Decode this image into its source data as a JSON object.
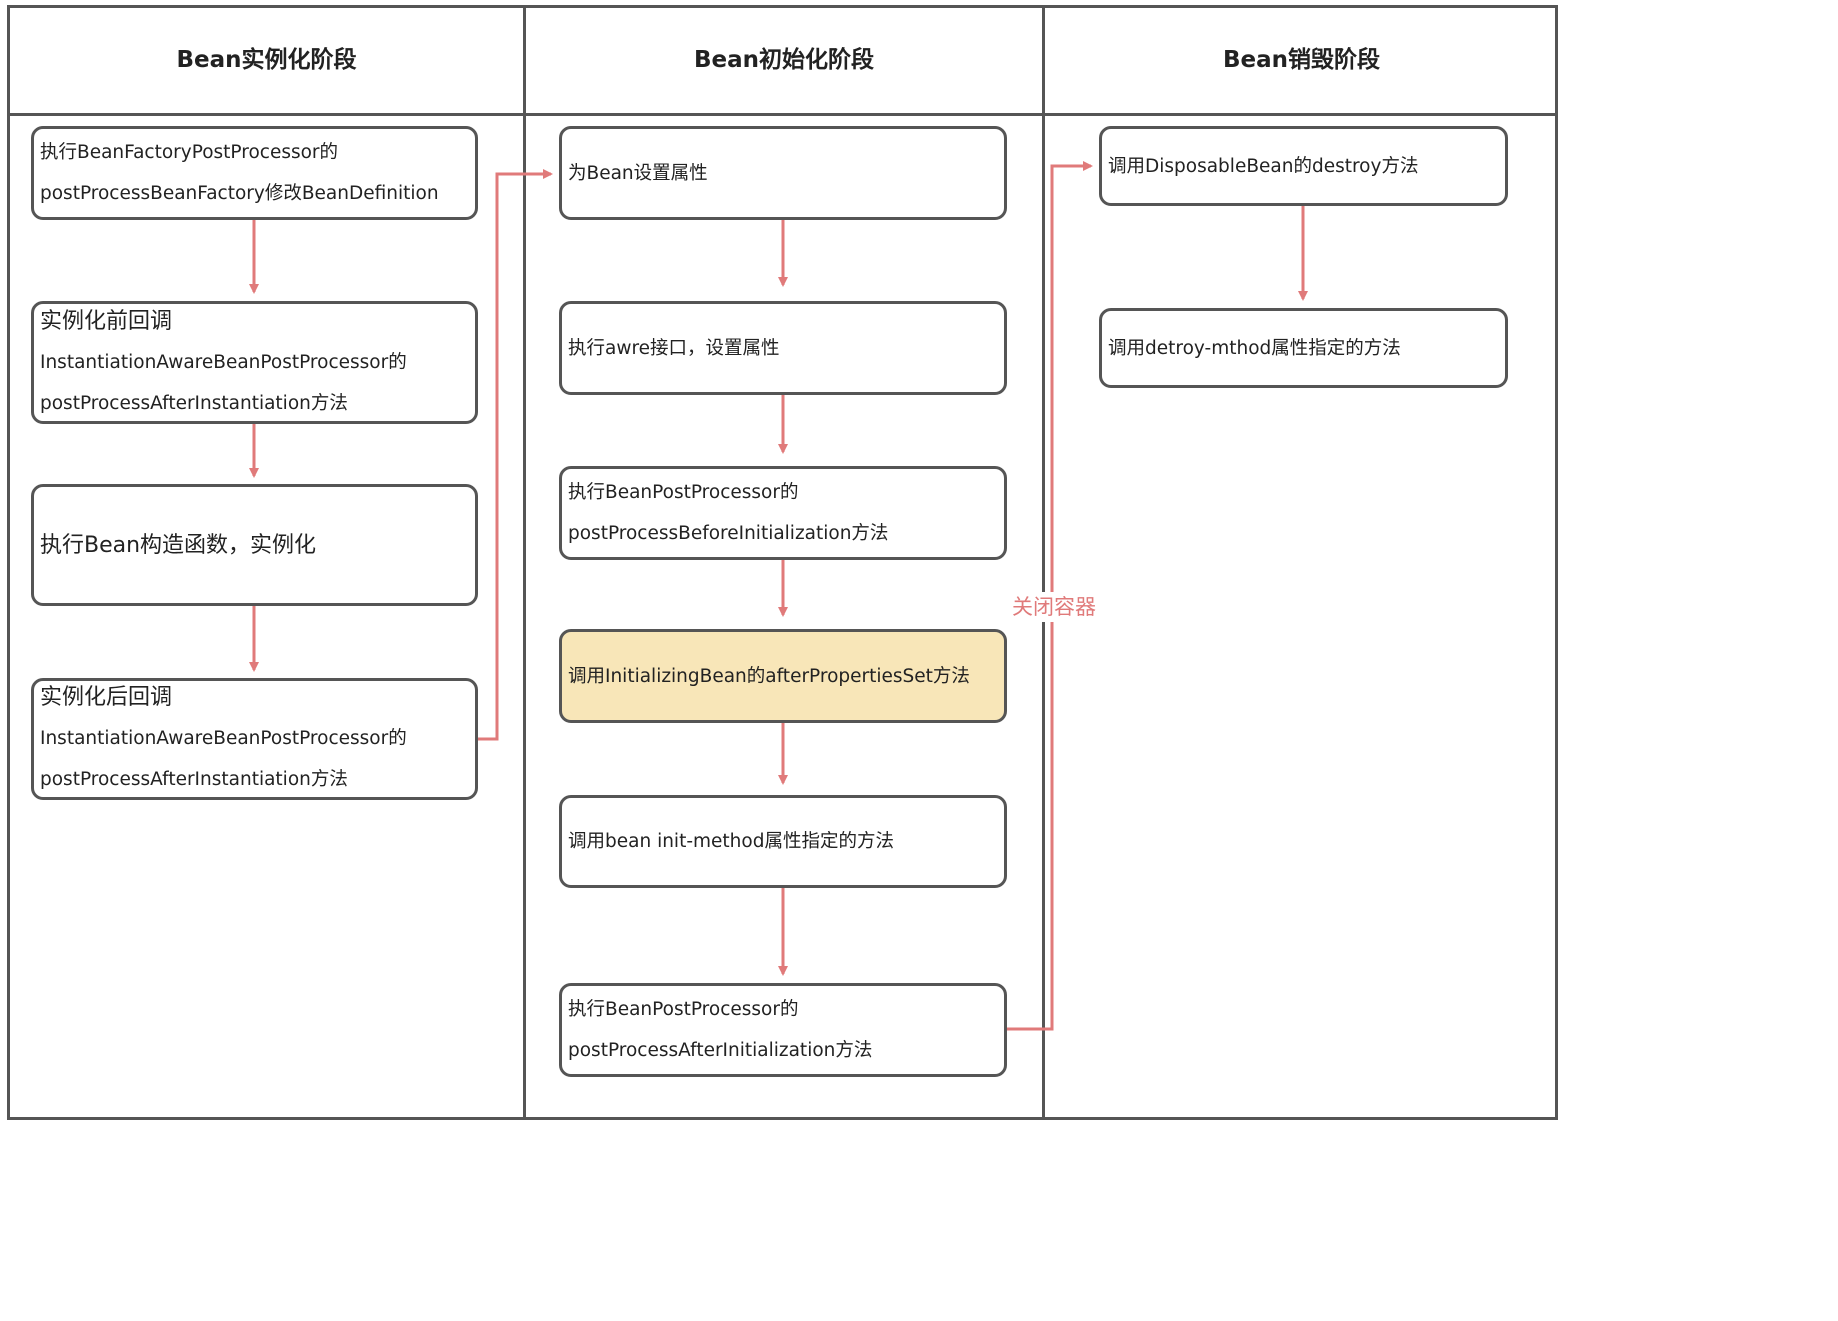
{
  "columns": [
    {
      "title": "Bean实例化阶段"
    },
    {
      "title": "Bean初始化阶段"
    },
    {
      "title": "Bean销毁阶段"
    }
  ],
  "instantiation": {
    "box1": {
      "line1": "执行BeanFactoryPostProcessor的",
      "line2": "postProcessBeanFactory修改BeanDefinition"
    },
    "box2": {
      "line1": "实例化前回调",
      "line2": "InstantiationAwareBeanPostProcessor的",
      "line3": "postProcessAfterInstantiation方法"
    },
    "box3": {
      "line1": "执行Bean构造函数，实例化"
    },
    "box4": {
      "line1": "实例化后回调",
      "line2": "InstantiationAwareBeanPostProcessor的",
      "line3": "postProcessAfterInstantiation方法"
    }
  },
  "initialization": {
    "box1": {
      "line1": "为Bean设置属性"
    },
    "box2": {
      "line1": "执行awre接口，设置属性"
    },
    "box3": {
      "line1": "执行BeanPostProcessor的",
      "line2": "postProcessBeforeInitialization方法"
    },
    "box4": {
      "line1": "调用InitializingBean的afterPropertiesSet方法"
    },
    "box5": {
      "line1": "调用bean init-method属性指定的方法"
    },
    "box6": {
      "line1": "执行BeanPostProcessor的",
      "line2": "postProcessAfterInitialization方法"
    }
  },
  "destruction": {
    "box1": {
      "line1": "调用DisposableBean的destroy方法"
    },
    "box2": {
      "line1": "调用detroy-mthod属性指定的方法"
    }
  },
  "connector_label": "关闭容器",
  "colors": {
    "border": "#555555",
    "arrow": "#e07a7a",
    "highlight": "#f8e6b8"
  }
}
